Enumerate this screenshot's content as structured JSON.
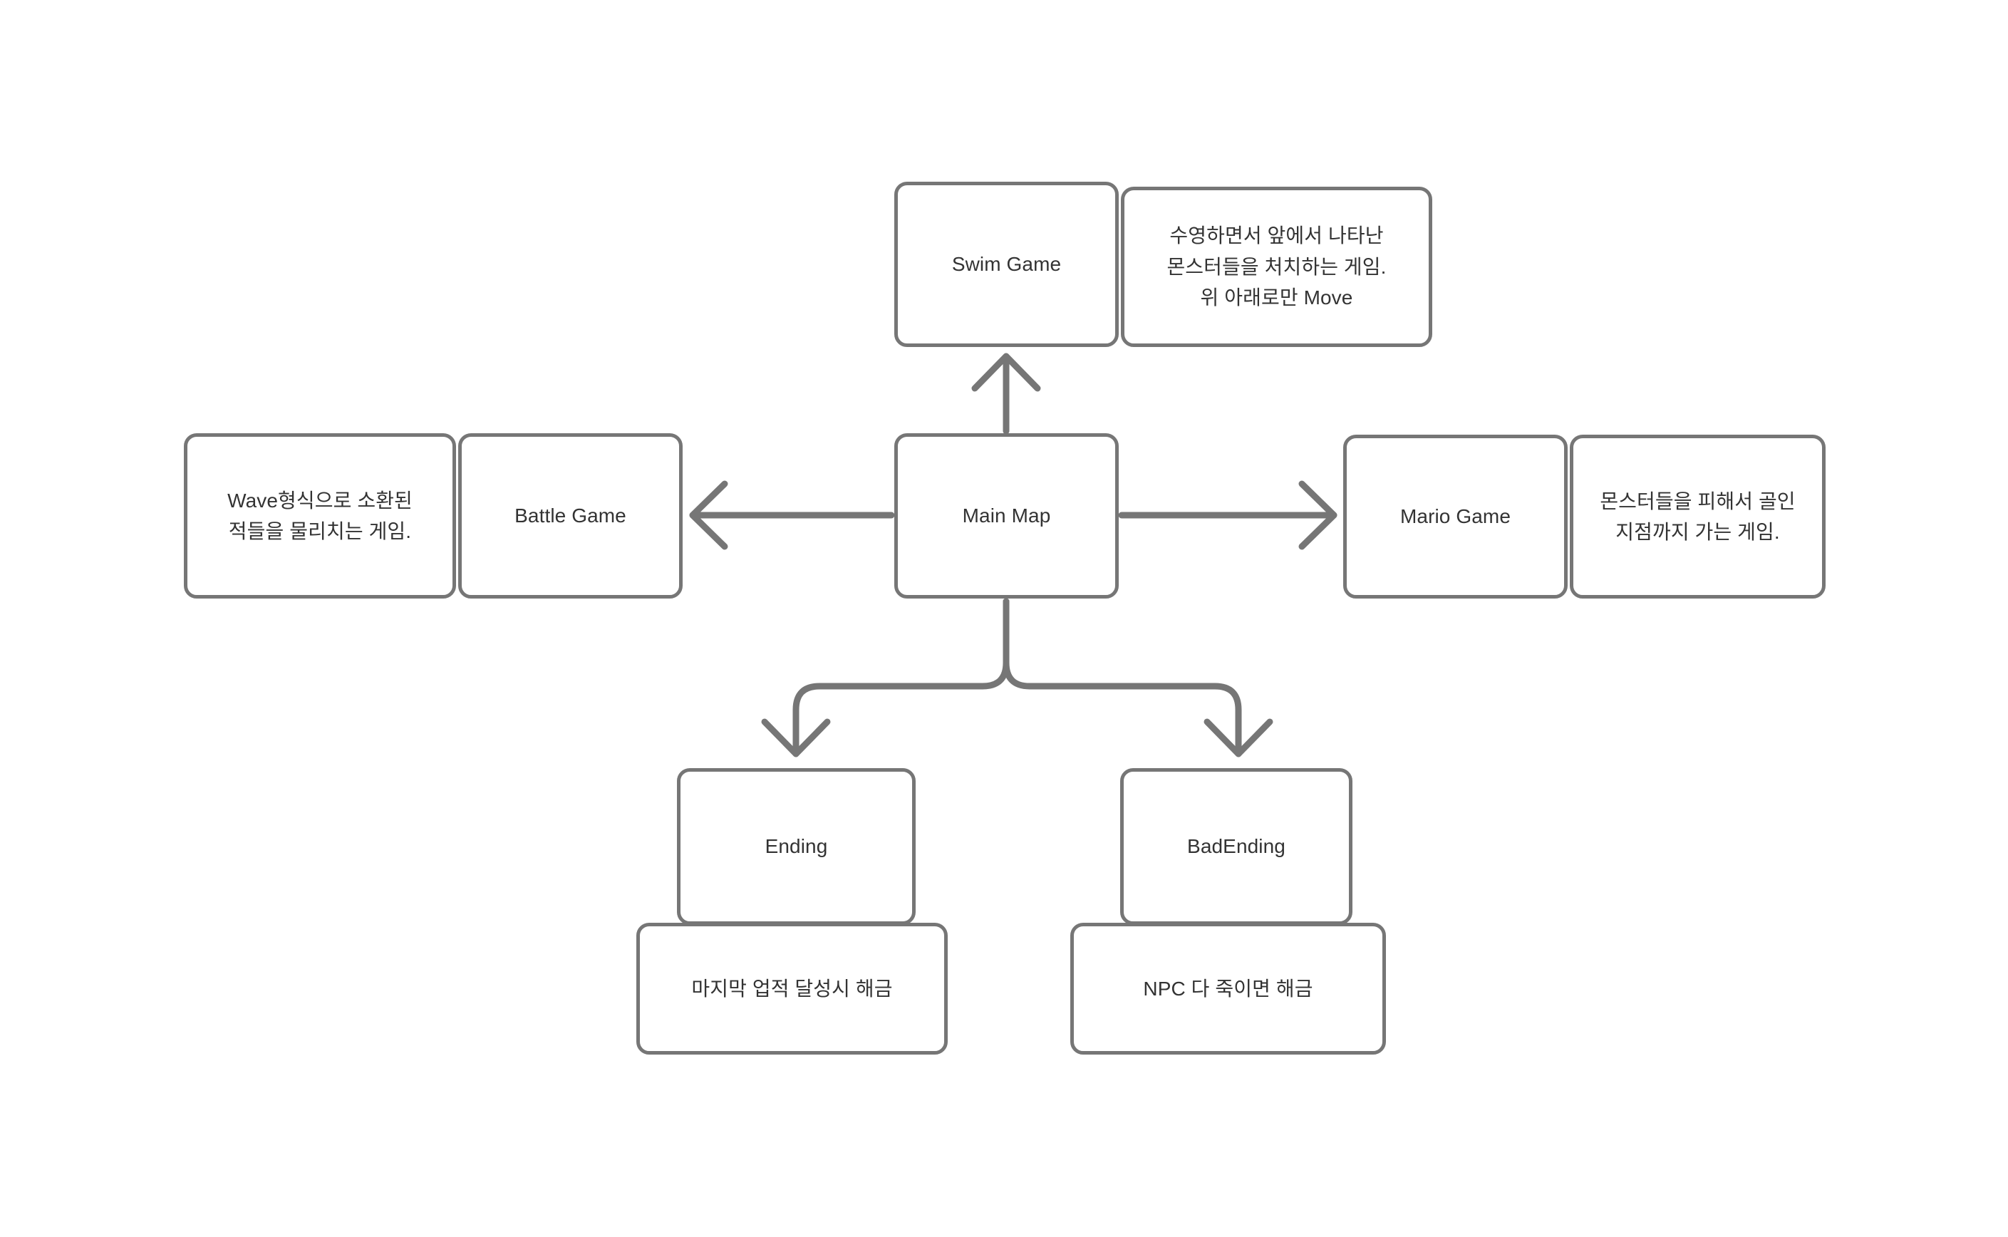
{
  "diagram": {
    "type": "flowchart",
    "title": "Game Flow Diagram",
    "background_color": "#ffffff",
    "stroke_color": "#767676",
    "text_color": "#333333",
    "nodes": {
      "main_map": {
        "label": "Main Map"
      },
      "swim_game": {
        "label": "Swim Game"
      },
      "swim_game_desc": {
        "label": "수영하면서 앞에서 나타난\n몬스터들을 처치하는 게임.\n위 아래로만 Move"
      },
      "battle_game": {
        "label": "Battle Game"
      },
      "battle_game_desc": {
        "label": "Wave형식으로 소환된\n적들을 물리치는 게임."
      },
      "mario_game": {
        "label": "Mario Game"
      },
      "mario_game_desc": {
        "label": "몬스터들을 피해서 골인\n지점까지 가는 게임."
      },
      "ending": {
        "label": "Ending"
      },
      "ending_desc": {
        "label": "마지막 업적 달성시 해금"
      },
      "bad_ending": {
        "label": "BadEnding"
      },
      "bad_ending_desc": {
        "label": "NPC 다 죽이면 해금"
      }
    },
    "edges": [
      {
        "from": "main_map",
        "to": "swim_game",
        "direction": "up",
        "style": "straight-arrow"
      },
      {
        "from": "main_map",
        "to": "battle_game",
        "direction": "left",
        "style": "straight-arrow"
      },
      {
        "from": "main_map",
        "to": "mario_game",
        "direction": "right",
        "style": "straight-arrow"
      },
      {
        "from": "main_map",
        "to": "ending",
        "direction": "down",
        "style": "orthogonal-branch-arrow"
      },
      {
        "from": "main_map",
        "to": "bad_ending",
        "direction": "down",
        "style": "orthogonal-branch-arrow"
      }
    ]
  }
}
